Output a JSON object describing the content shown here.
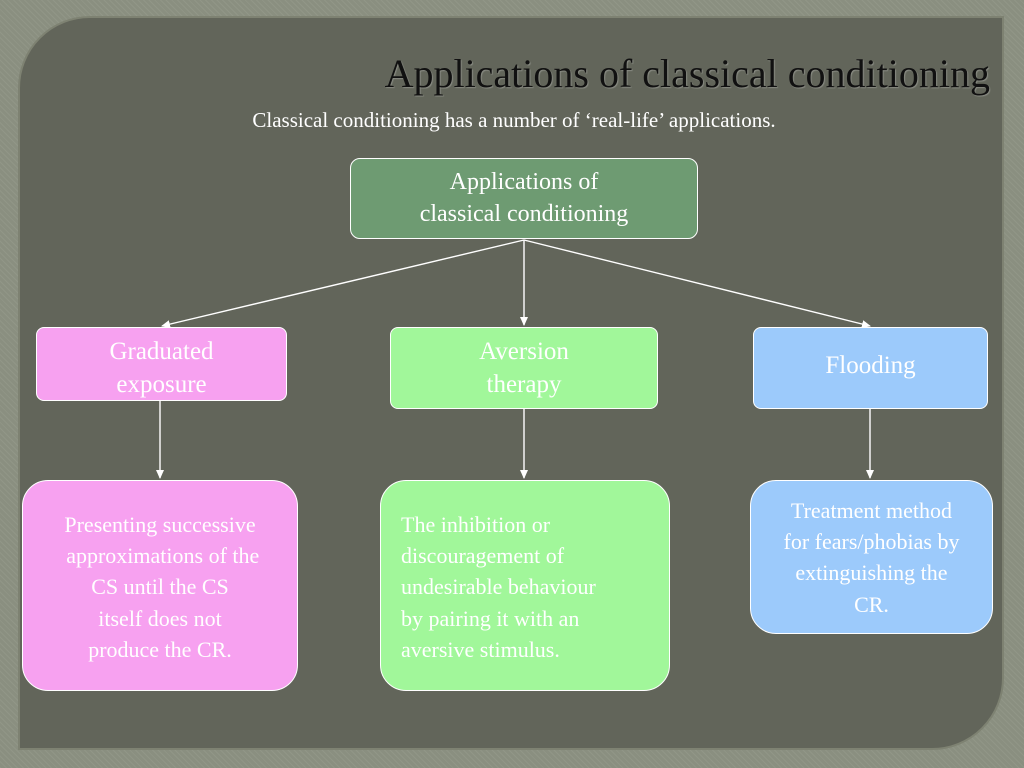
{
  "slide": {
    "title": "Applications of classical conditioning",
    "subtitle": "Classical conditioning has a number of ‘real-life’ applications."
  },
  "diagram": {
    "root": {
      "label": "Applications of\nclassical conditioning",
      "color": "#6e9b72"
    },
    "branches": [
      {
        "label": "Graduated\nexposure",
        "color": "#f7a1f0",
        "description": "Presenting successive\n approximations of the\nCS until the CS\nitself does not\nproduce the CR."
      },
      {
        "label": "Aversion\ntherapy",
        "color": "#a1f79a",
        "description": "The inhibition or\ndiscouragement of\nundesirable behaviour\nby pairing it with an\naversive stimulus."
      },
      {
        "label": "Flooding",
        "color": "#9ccafb",
        "description": "Treatment method\nfor fears/phobias by\nextinguishing the\nCR."
      }
    ]
  }
}
